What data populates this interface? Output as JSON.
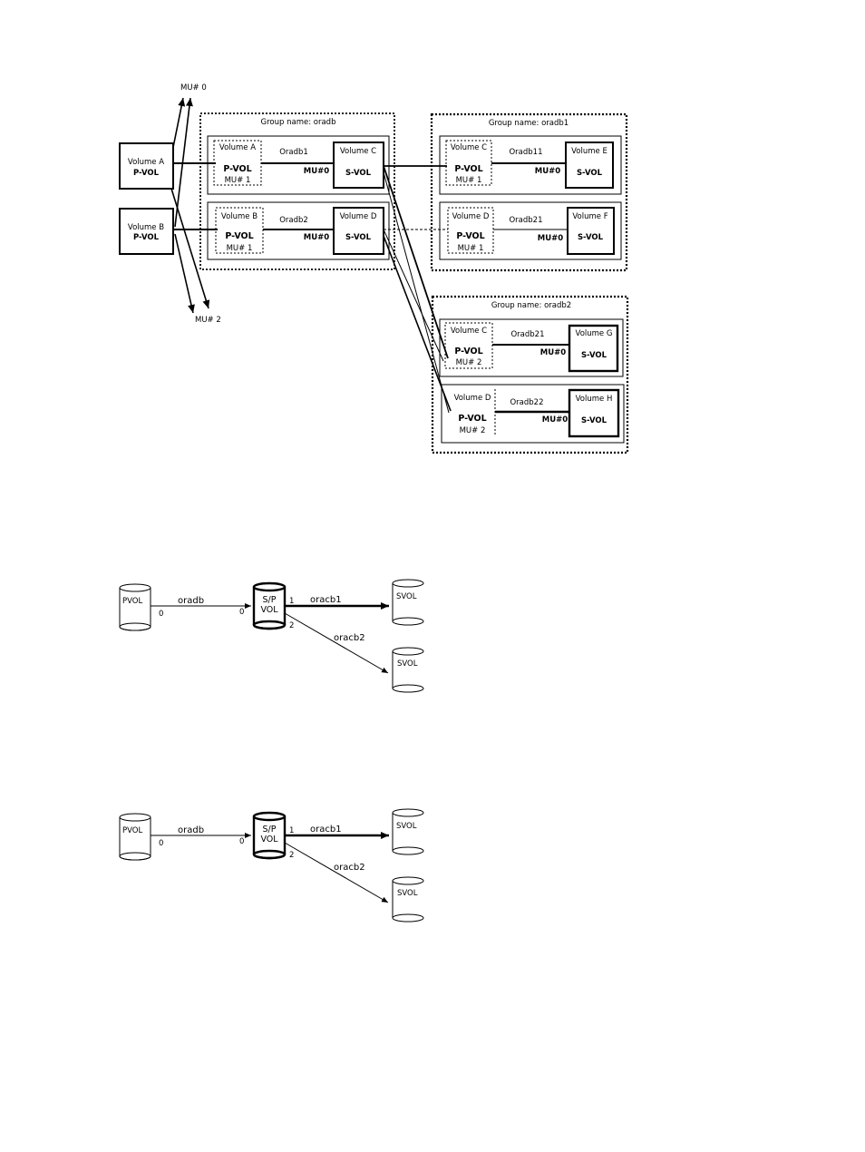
{
  "diagram1": {
    "mu0_label": "MU# 0",
    "mu2_label": "MU# 2",
    "vol_a": {
      "name": "Volume A",
      "role": "P-VOL"
    },
    "vol_b": {
      "name": "Volume B",
      "role": "P-VOL"
    },
    "group_oradb": {
      "title": "Group name: oradb",
      "pairs": [
        {
          "pvol_name": "Volume A",
          "pvol_role": "P-VOL",
          "pvol_mu": "MU# 1",
          "pair_name": "Oradb1",
          "svol_mu": "MU#0",
          "svol_name": "Volume C",
          "svol_role": "S-VOL"
        },
        {
          "pvol_name": "Volume B",
          "pvol_role": "P-VOL",
          "pvol_mu": "MU# 1",
          "pair_name": "Oradb2",
          "svol_mu": "MU#0",
          "svol_name": "Volume D",
          "svol_role": "S-VOL"
        }
      ]
    },
    "group_oradb1": {
      "title": "Group name: oradb1",
      "pairs": [
        {
          "pvol_name": "Volume C",
          "pvol_role": "P-VOL",
          "pvol_mu": "MU# 1",
          "pair_name": "Oradb11",
          "svol_mu": "MU#0",
          "svol_name": "Volume E",
          "svol_role": "S-VOL"
        },
        {
          "pvol_name": "Volume D",
          "pvol_role": "P-VOL",
          "pvol_mu": "MU# 1",
          "pair_name": "Oradb21",
          "svol_mu": "MU#0",
          "svol_name": "Volume F",
          "svol_role": "S-VOL"
        }
      ]
    },
    "group_oradb2": {
      "title": "Group name: oradb2",
      "pairs": [
        {
          "pvol_name": "Volume C",
          "pvol_role": "P-VOL",
          "pvol_mu": "MU# 2",
          "pair_name": "Oradb21",
          "svol_mu": "MU#0",
          "svol_name": "Volume G",
          "svol_role": "S-VOL"
        },
        {
          "pvol_name": "Volume D",
          "pvol_role": "P-VOL",
          "pvol_mu": "MU# 2",
          "pair_name": "Oradb22",
          "svol_mu": "MU#0",
          "svol_name": "Volume H",
          "svol_role": "S-VOL"
        }
      ]
    }
  },
  "cascades": [
    {
      "pvol": "PVOL",
      "link1_name": "oradb",
      "pvol_port": "0",
      "sp_in_port": "0",
      "sp_line1": "S/P",
      "sp_line2": "VOL",
      "out1_port": "1",
      "out2_port": "2",
      "link2_name": "oracb1",
      "link3_name": "oracb2",
      "svol1": "SVOL",
      "svol2": "SVOL"
    },
    {
      "pvol": "PVOL",
      "link1_name": "oradb",
      "pvol_port": "0",
      "sp_in_port": "0",
      "sp_line1": "S/P",
      "sp_line2": "VOL",
      "out1_port": "1",
      "out2_port": "2",
      "link2_name": "oracb1",
      "link3_name": "oracb2",
      "svol1": "SVOL",
      "svol2": "SVOL"
    }
  ]
}
